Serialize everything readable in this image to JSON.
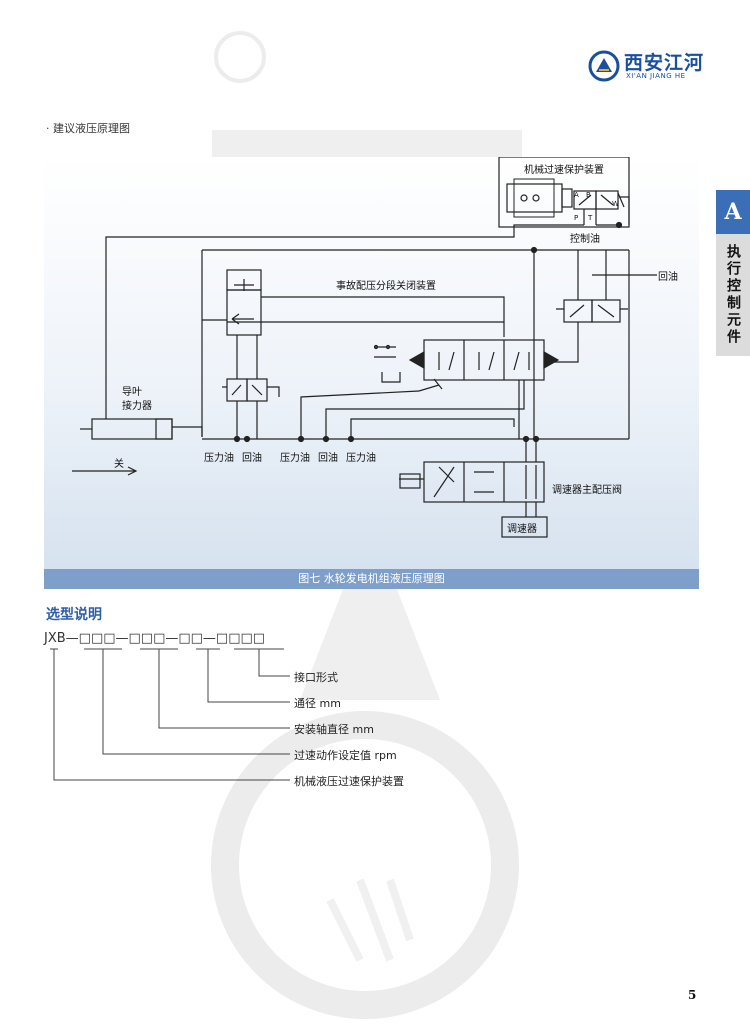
{
  "brand": {
    "name_cn": "西安江河",
    "name_en": "XI'AN JIANG HE"
  },
  "side_tab": {
    "letter": "A",
    "text": "执行控制元件"
  },
  "section_label": "· 建议液压原理图",
  "diagram": {
    "labels": {
      "overspeed_device": "机械过速保护装置",
      "control_oil": "控制油",
      "return_oil_right": "回油",
      "emergency_device": "事故配压分段关闭装置",
      "guide_vane": "导叶",
      "connector": "接力器",
      "close": "关",
      "pressure_oil_1": "压力油",
      "return_oil_1": "回油",
      "pressure_oil_2": "压力油",
      "return_oil_2": "回油",
      "pressure_oil_3": "压力油",
      "main_valve": "调速器主配压阀",
      "governor": "调速器",
      "port_a": "A",
      "port_b": "B",
      "port_p": "P",
      "port_t": "T",
      "port_w": "W"
    },
    "caption": "图七  水轮发电机组液压原理图"
  },
  "selection": {
    "title": "选型说明",
    "code": "JXB—□□□—□□□—□□—□□□□",
    "items": [
      "接口形式",
      "通径 mm",
      "安装轴直径   mm",
      "过速动作设定值  rpm",
      "机械液压过速保护装置"
    ]
  },
  "page_number": "5",
  "colors": {
    "brand_blue": "#1a4f9c",
    "tab_blue": "#3a6fb8",
    "caption_bar": "#7f9fcb",
    "section_title": "#2d5ea6"
  }
}
